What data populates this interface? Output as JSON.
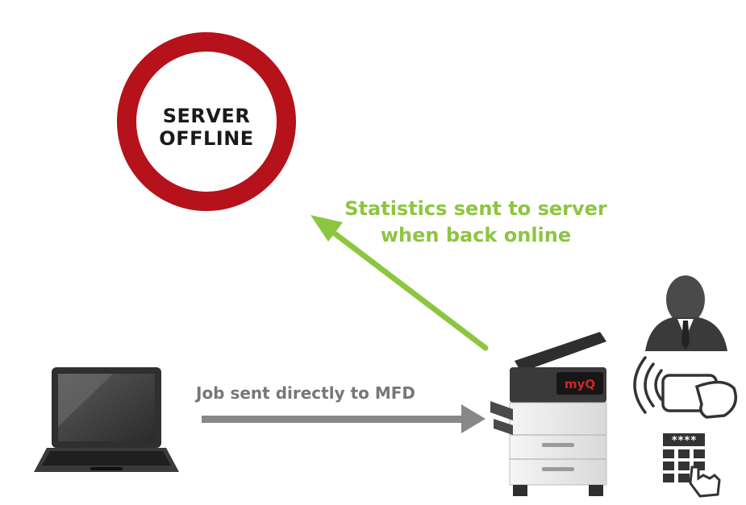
{
  "server": {
    "line1": "SERVER",
    "line2": "OFFLINE"
  },
  "statistics": {
    "line1": "Statistics sent to server",
    "line2": "when back online"
  },
  "job": {
    "label": "Job sent directly to MFD"
  },
  "mfd": {
    "brand": "myQ"
  },
  "pin_display": "****",
  "colors": {
    "ring": "#b5121b",
    "green_arrow": "#8cc63f",
    "gray_arrow": "#888888",
    "brand_red": "#d2232a"
  },
  "icons": [
    "laptop-icon",
    "mfd-printer-icon",
    "user-silhouette-icon",
    "card-reader-icon",
    "pin-keypad-icon"
  ]
}
